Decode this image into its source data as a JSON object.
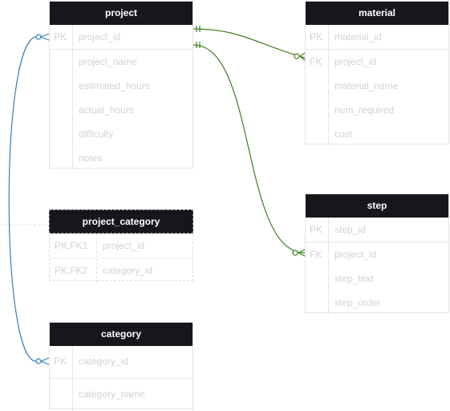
{
  "entities": {
    "project": {
      "title": "project",
      "rows": [
        {
          "key": "PK",
          "name": "project_id"
        },
        {
          "key": "",
          "name": "project_name"
        },
        {
          "key": "",
          "name": "estimated_hours"
        },
        {
          "key": "",
          "name": "actual_hours"
        },
        {
          "key": "",
          "name": "difficulty"
        },
        {
          "key": "",
          "name": "notes"
        }
      ]
    },
    "material": {
      "title": "material",
      "rows": [
        {
          "key": "PK",
          "name": "material_id"
        },
        {
          "key": "FK",
          "name": "project_id"
        },
        {
          "key": "",
          "name": "material_name"
        },
        {
          "key": "",
          "name": "num_required"
        },
        {
          "key": "",
          "name": "cost"
        }
      ]
    },
    "project_category": {
      "title": "project_category",
      "rows": [
        {
          "key": "PK,FK1",
          "name": "project_id"
        },
        {
          "key": "PK,FK2",
          "name": "category_id"
        }
      ]
    },
    "step": {
      "title": "step",
      "rows": [
        {
          "key": "PK",
          "name": "step_id"
        },
        {
          "key": "FK",
          "name": "project_id"
        },
        {
          "key": "",
          "name": "step_text"
        },
        {
          "key": "",
          "name": "step_order"
        }
      ]
    },
    "category": {
      "title": "category",
      "rows": [
        {
          "key": "PK",
          "name": "category_id"
        },
        {
          "key": "",
          "name": "category_name"
        }
      ]
    }
  },
  "colors": {
    "header_bg": "#17161b",
    "header_text": "#ffffff",
    "field_text": "#d2d2d2",
    "relation_green": "#3f7f1f",
    "relation_blue": "#2f7fc0"
  }
}
